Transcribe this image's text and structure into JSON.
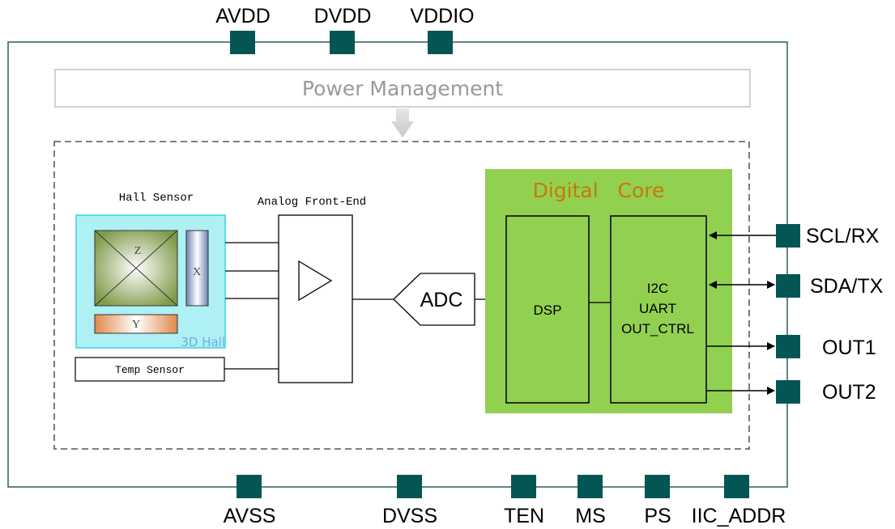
{
  "pins": {
    "top": [
      "AVDD",
      "DVDD",
      "VDDIO"
    ],
    "bottom": [
      "AVSS",
      "DVSS",
      "TEN",
      "MS",
      "PS",
      "IIC_ADDR"
    ],
    "right": [
      "SCL/RX",
      "SDA/TX",
      "OUT1",
      "OUT2"
    ]
  },
  "power_management": "Power Management",
  "hall_sensor": {
    "title": "Hall Sensor",
    "z": "Z",
    "x": "X",
    "y": "Y",
    "label_3d": "3D Hall"
  },
  "temp_sensor": "Temp Sensor",
  "afe": "Analog Front-End",
  "adc": "ADC",
  "digital_core": {
    "title": "Digital   Core",
    "dsp": "DSP",
    "io_lines": [
      "I2C",
      "UART",
      "OUT_CTRL"
    ]
  },
  "colors": {
    "pin": "#035654",
    "chip_border": "#2a5e5a",
    "digital_core": "#92d050",
    "hall_box": "#aef0f4",
    "hall_border": "#33d6e6",
    "core_title": "#c8780a"
  }
}
